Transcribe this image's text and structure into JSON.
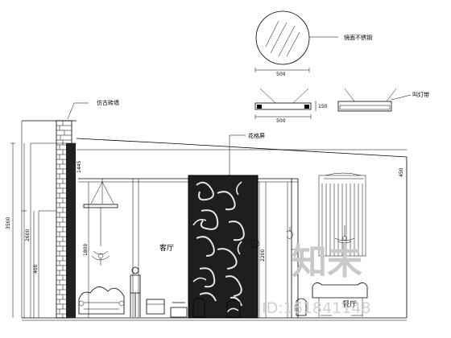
{
  "callouts": {
    "mirror_label": "镜面不锈钢",
    "right_detail_label": "叫灯带",
    "brick_label": "仿古砖墙",
    "screen_label": "花格屏"
  },
  "dimensions": {
    "plan_width_top": "500",
    "plan_width_bottom": "500",
    "plan_depth": "150",
    "left_total_height": "3500",
    "left_mid_height": "2600",
    "left_low_height": "400",
    "pendant_height": "1800",
    "ceiling_drop": "1445",
    "screen_height": "2200",
    "right_height": "450"
  },
  "rooms": {
    "living": "客厅",
    "dining": "餐厅"
  },
  "watermark": {
    "logo": "知未",
    "id": "ID:161841148"
  }
}
